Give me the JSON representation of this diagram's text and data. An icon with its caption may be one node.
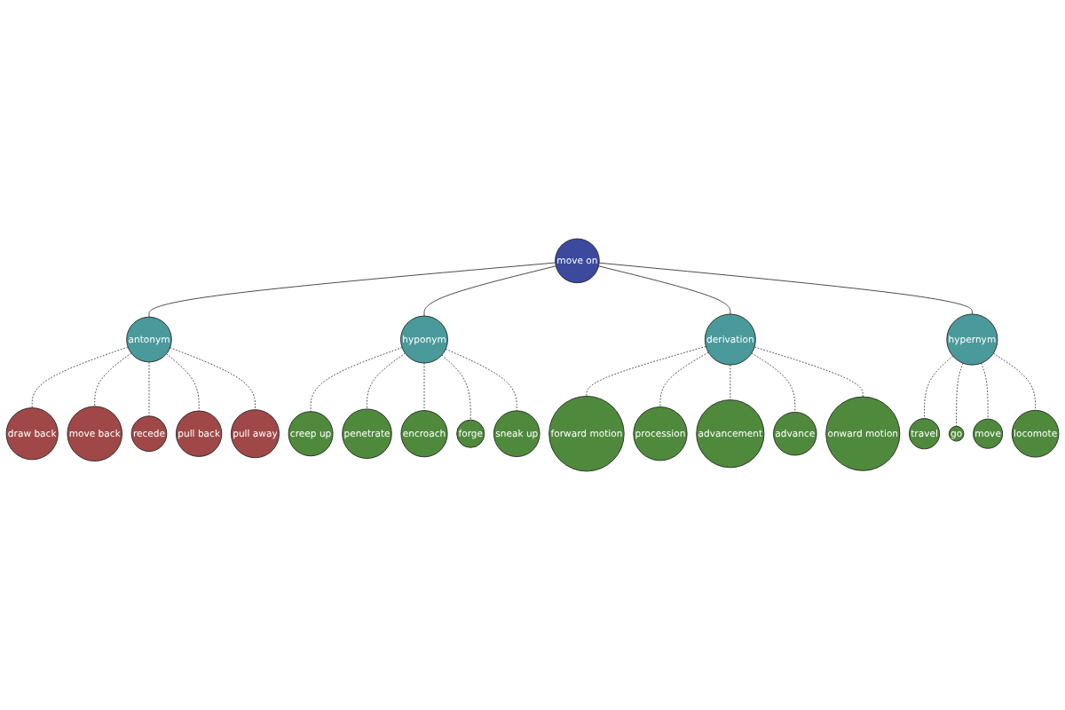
{
  "diagram": {
    "nodes": [
      {
        "text": [
          "move on"
        ]
      },
      {
        "text": [
          "antonym"
        ]
      },
      {
        "text": [
          "draw back"
        ]
      },
      {
        "text": [
          "move back"
        ]
      },
      {
        "text": [
          "recede"
        ]
      },
      {
        "text": [
          "pull back"
        ]
      },
      {
        "text": [
          "pull away"
        ]
      },
      {
        "text": [
          "hyponym"
        ]
      },
      {
        "text": [
          "creep up"
        ]
      },
      {
        "text": [
          "penetrate"
        ]
      },
      {
        "text": [
          "encroach"
        ]
      },
      {
        "text": [
          "forge"
        ]
      },
      {
        "text": [
          "sneak up"
        ]
      },
      {
        "text": [
          "derivation"
        ]
      },
      {
        "text": [
          "forward motion"
        ]
      },
      {
        "text": [
          "procession"
        ]
      },
      {
        "text": [
          "advancement"
        ]
      },
      {
        "text": [
          "advance"
        ]
      },
      {
        "text": [
          "onward motion"
        ]
      },
      {
        "text": [
          "hypernym"
        ]
      },
      {
        "text": [
          "travel"
        ]
      },
      {
        "text": [
          "go"
        ]
      },
      {
        "text": [
          "move"
        ]
      },
      {
        "text": [
          "locomote"
        ]
      }
    ],
    "edges": [
      {
        "from": 0,
        "to": 1,
        "arrow": "none"
      },
      {
        "from": 0,
        "to": 7,
        "arrow": "none"
      },
      {
        "from": 0,
        "to": 13,
        "arrow": "none"
      },
      {
        "from": 0,
        "to": 19,
        "arrow": "none"
      },
      {
        "from": 1,
        "to": 2,
        "arrow": "none",
        "style": "dashed"
      },
      {
        "from": 1,
        "to": 3,
        "arrow": "none",
        "style": "dashed"
      },
      {
        "from": 1,
        "to": 4,
        "arrow": "none",
        "style": "dashed"
      },
      {
        "from": 1,
        "to": 5,
        "arrow": "none",
        "style": "dashed"
      },
      {
        "from": 1,
        "to": 6,
        "arrow": "none",
        "style": "dashed"
      },
      {
        "from": 7,
        "to": 8,
        "arrow": "none",
        "style": "dashed"
      },
      {
        "from": 7,
        "to": 9,
        "arrow": "none",
        "style": "dashed"
      },
      {
        "from": 7,
        "to": 10,
        "arrow": "none",
        "style": "dashed"
      },
      {
        "from": 7,
        "to": 11,
        "arrow": "none",
        "style": "dashed"
      },
      {
        "from": 7,
        "to": 12,
        "arrow": "none",
        "style": "dashed"
      },
      {
        "from": 13,
        "to": 14,
        "arrow": "none",
        "style": "dashed"
      },
      {
        "from": 13,
        "to": 15,
        "arrow": "none",
        "style": "dashed"
      },
      {
        "from": 13,
        "to": 16,
        "arrow": "none",
        "style": "dashed"
      },
      {
        "from": 13,
        "to": 17,
        "arrow": "none",
        "style": "dashed"
      },
      {
        "from": 13,
        "to": 18,
        "arrow": "none",
        "style": "dashed"
      },
      {
        "from": 19,
        "to": 20,
        "arrow": "none",
        "style": "dashed"
      },
      {
        "from": 19,
        "to": 21,
        "arrow": "none",
        "style": "dashed"
      },
      {
        "from": 19,
        "to": 22,
        "arrow": "none",
        "style": "dashed"
      },
      {
        "from": 19,
        "to": 23,
        "arrow": "none",
        "style": "dashed"
      }
    ]
  }
}
